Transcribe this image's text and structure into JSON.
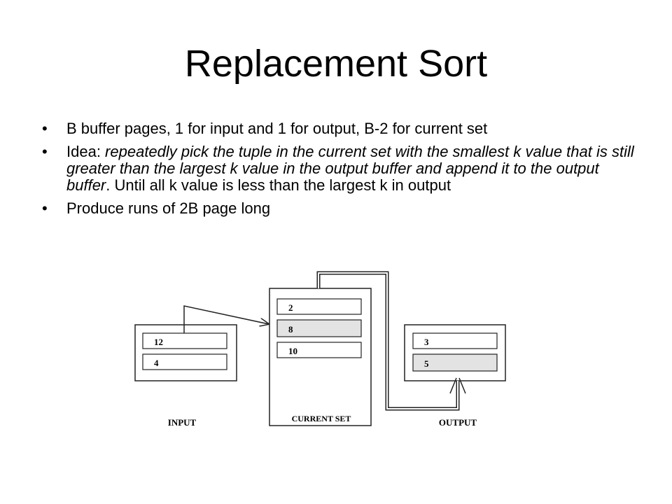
{
  "slide": {
    "title": "Replacement Sort",
    "bullets": [
      {
        "text": "B buffer pages, 1 for input and 1 for output, B-2 for current set"
      },
      {
        "prefix": "Idea: ",
        "emphasis": "repeatedly pick the tuple in the current set with the smallest k value that is still greater than the largest k value in the output buffer and append it to the output buffer",
        "suffix": ". Until all k value is less than the largest k in output"
      },
      {
        "text": "Produce runs of 2B page long"
      }
    ]
  },
  "diagram": {
    "input": {
      "label": "INPUT",
      "cells": [
        "12",
        "4"
      ]
    },
    "current_set": {
      "label": "CURRENT SET",
      "cells": [
        "2",
        "8",
        "10"
      ],
      "highlighted_index": 1
    },
    "output": {
      "label": "OUTPUT",
      "cells": [
        "3",
        "5"
      ],
      "highlighted_index": 1
    },
    "colors": {
      "highlight": "#e3e3e3",
      "stroke": "#222222"
    }
  }
}
